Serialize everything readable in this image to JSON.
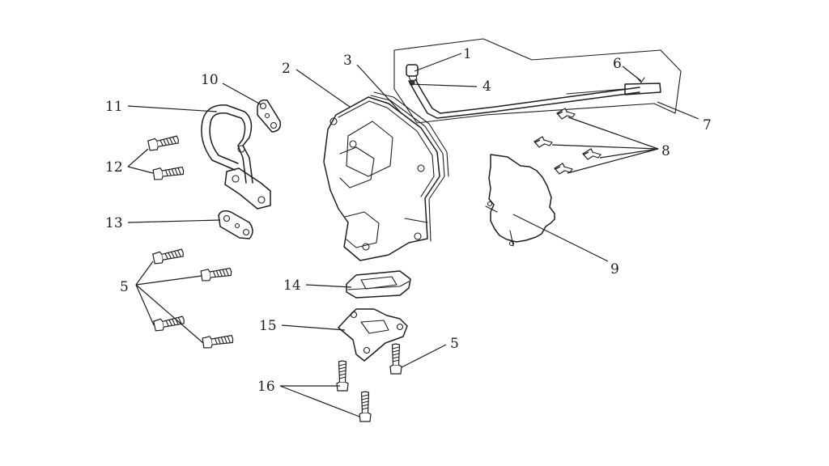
{
  "diagram": {
    "type": "exploded-parts-view",
    "callouts": {
      "c1": "1",
      "c2": "2",
      "c3": "3",
      "c4": "4",
      "c5a": "5",
      "c5b": "5",
      "c6": "6",
      "c7": "7",
      "c8": "8",
      "c9": "9",
      "c10": "10",
      "c11": "11",
      "c12": "12",
      "c13": "13",
      "c14": "14",
      "c15": "15",
      "c16": "16"
    }
  }
}
